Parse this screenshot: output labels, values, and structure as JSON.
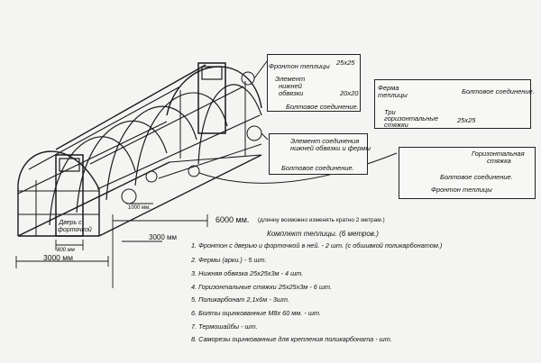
{
  "dimensions": {
    "width_total": "3000 мм",
    "width_front": "3000 мм",
    "length": "6000 мм.",
    "length_note": "(длинну возможно изменять кратно 2 метрам.)",
    "door_width": "800 мм",
    "arch_spacing": "1000 мм."
  },
  "door_label": "Дверь с форточкой",
  "kit": {
    "title": "Комплект теплицы. (6 метров.)",
    "items": [
      "1. Фронтон с дверью и форточкой в ней. - 2 шт. (с обшивкой поликарбонатом.)",
      "2. Фермы (арки.) - 5 шт.",
      "3. Нижняя обвязка 25х25х3м - 4 шт.",
      "4. Горизонтальные стяжки 25х25х3м - 6 шт.",
      "5. Поликарбонат 2,1х6м - 3шт.",
      "6. Болты оцинкованные М8х 60 мм. - шт.",
      "7. Термошайбы - шт.",
      "8. Саморезы оцинкованные для крепления поликарбоната - шт."
    ]
  },
  "details": {
    "d1": {
      "fronton": "Фронтон теплицы",
      "size_a": "25х25",
      "element_l1": "Элемент",
      "element_l2": "нижней",
      "element_l3": "обвязки",
      "size_b": "20х20",
      "bolt": "Болтовое соединение."
    },
    "d2": {
      "ferma_l1": "Ферма",
      "ferma_l2": "теплицы",
      "bolt": "Болтовое соединение.",
      "tri_l1": "Три",
      "tri_l2": "горизонтальные",
      "tri_l3": "стяжки",
      "size": "25х25"
    },
    "d3": {
      "conn_l1": "Элемент соединения",
      "conn_l2": "нижней обвязки и фермы",
      "bolt": "Болтовое соединение."
    },
    "d4": {
      "horiz_l1": "Горизонтальная",
      "horiz_l2": "стяжка",
      "bolt": "Болтовое соединение.",
      "fronton": "Фронтон теплицы"
    }
  }
}
